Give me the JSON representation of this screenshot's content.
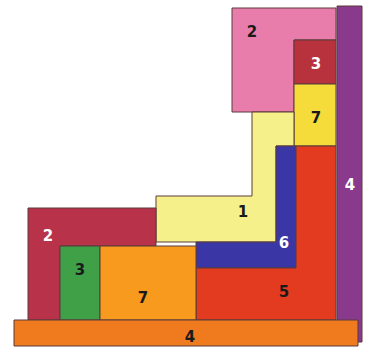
{
  "diagram": {
    "nodes": [
      {
        "text": [
          "2"
        ]
      },
      {
        "text": [
          "3"
        ]
      },
      {
        "text": [
          "7"
        ]
      },
      {
        "text": [
          "4"
        ]
      },
      {
        "text": [
          "1"
        ]
      },
      {
        "text": [
          "6"
        ]
      },
      {
        "text": [
          "2"
        ]
      },
      {
        "text": [
          "5"
        ]
      },
      {
        "text": [
          "3"
        ]
      },
      {
        "text": [
          "7"
        ]
      },
      {
        "text": [
          "4"
        ]
      }
    ]
  }
}
